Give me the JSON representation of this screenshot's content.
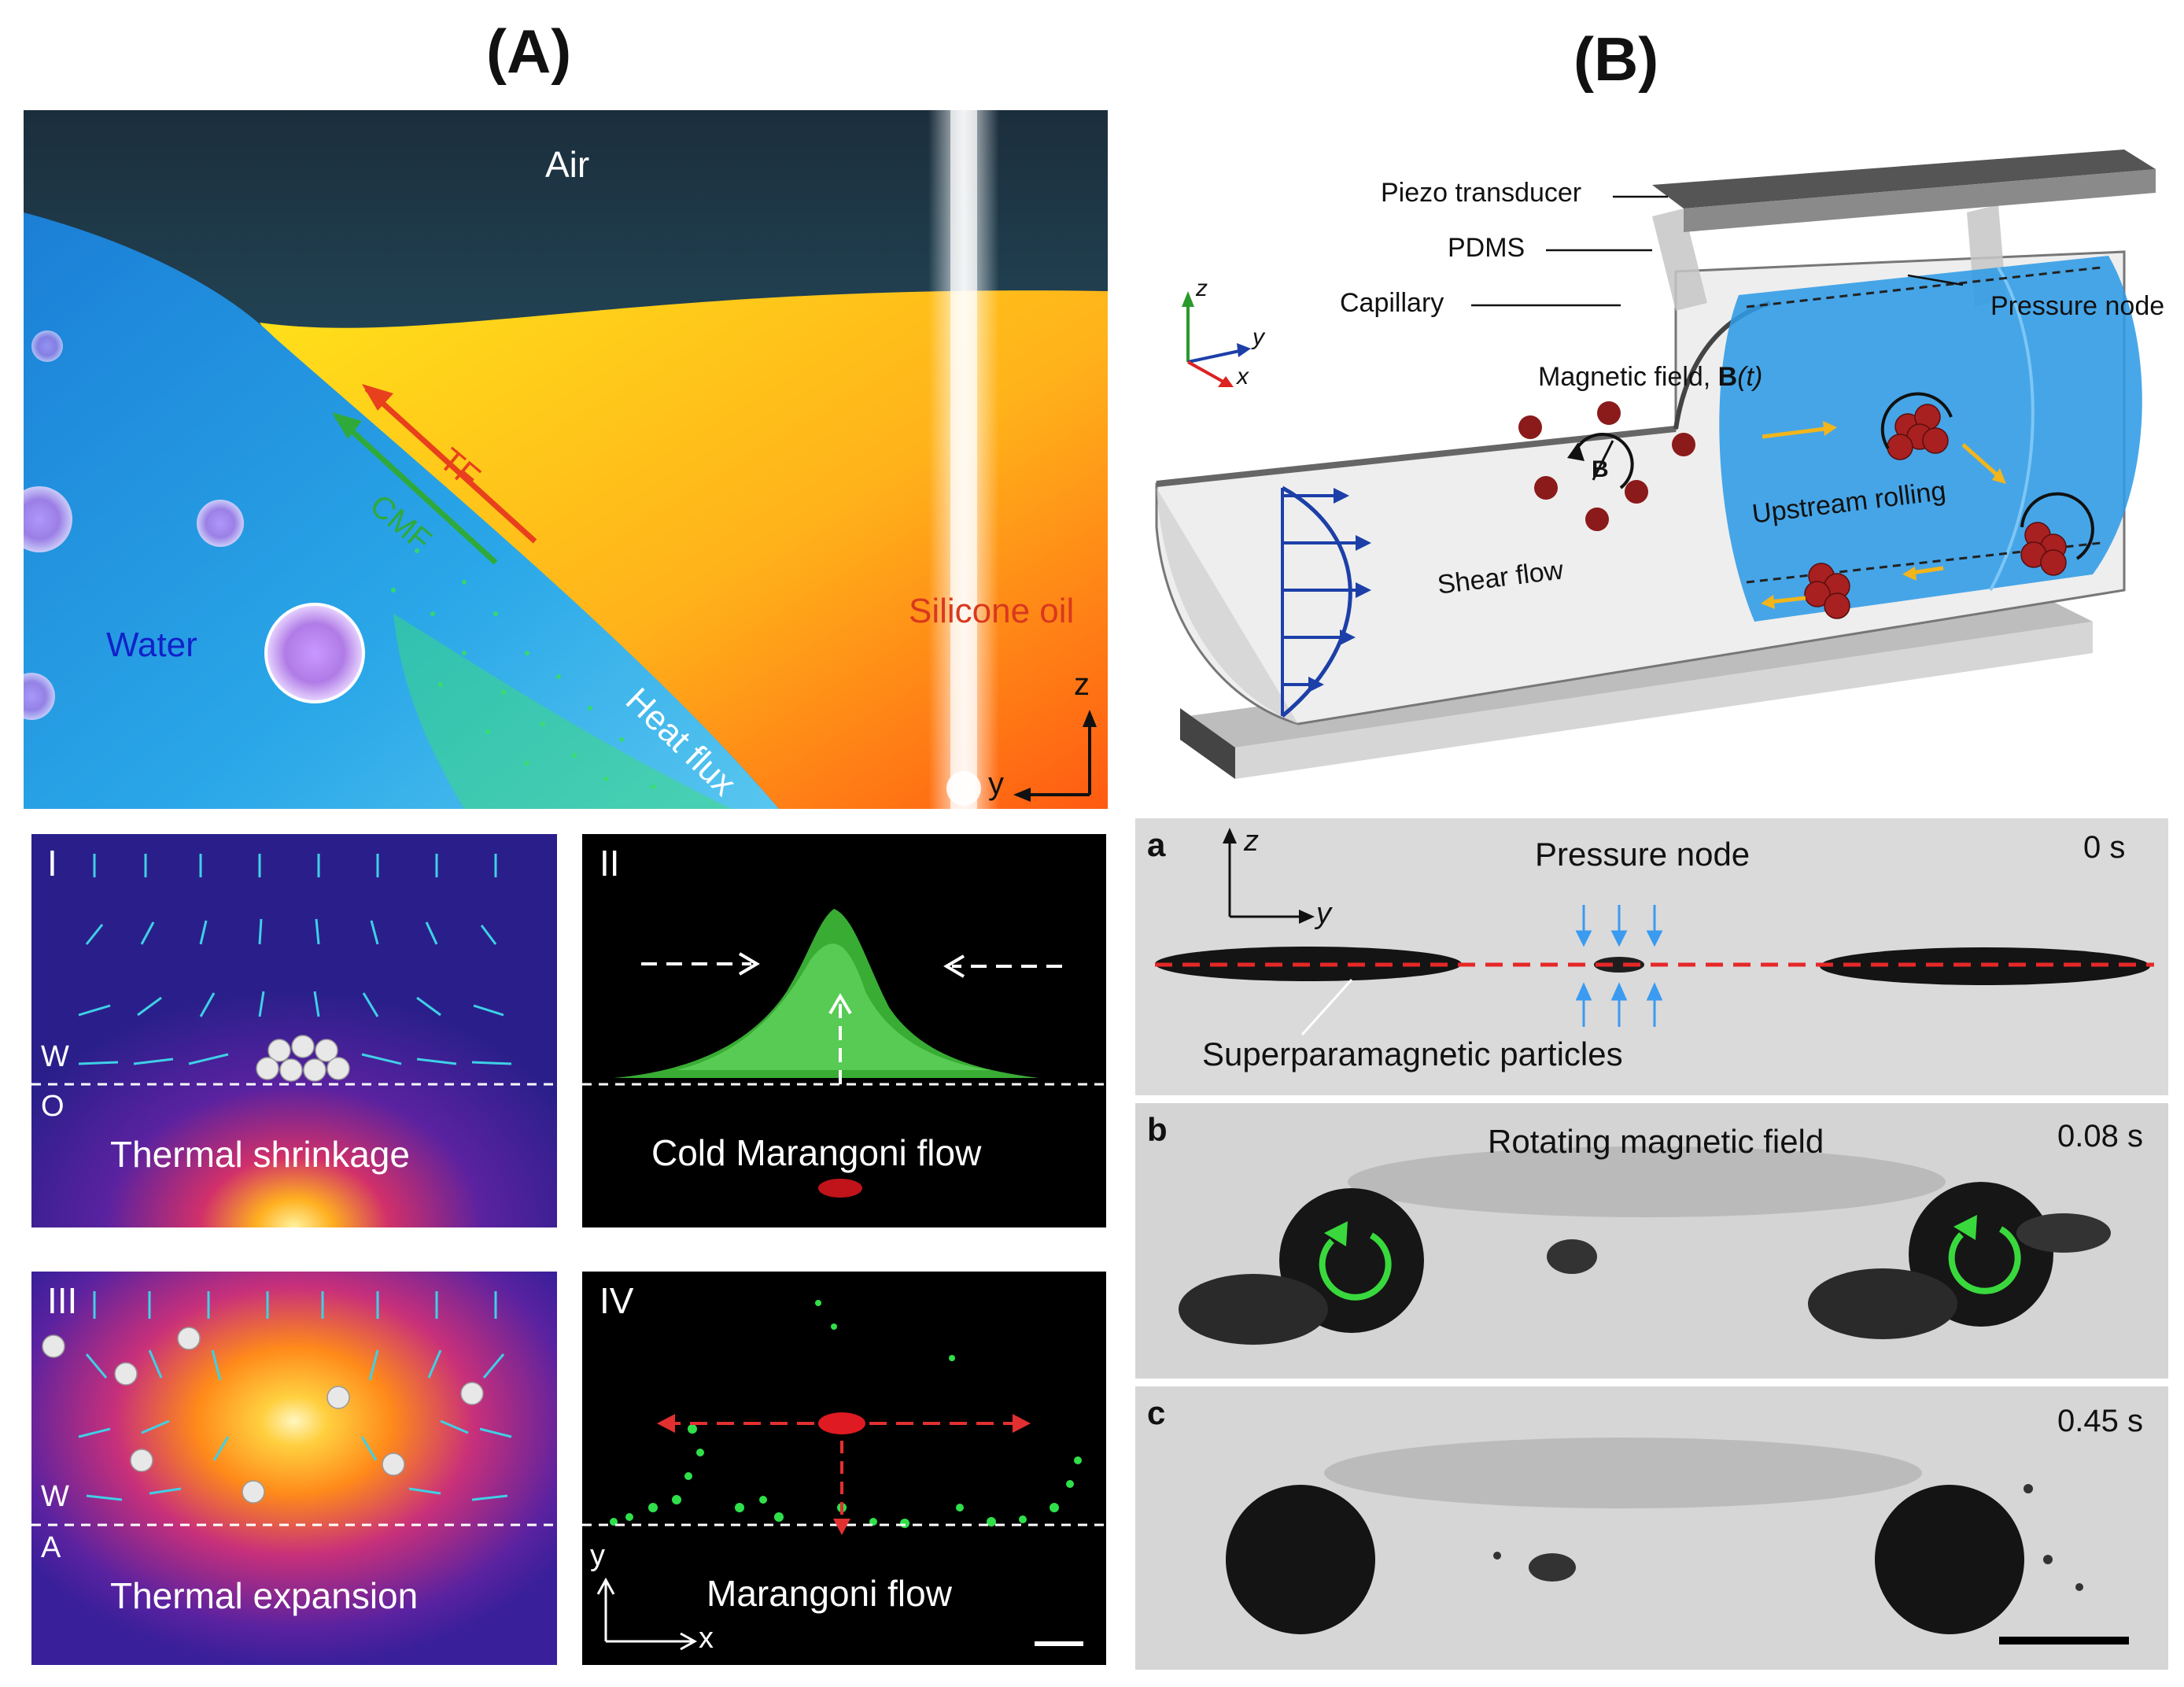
{
  "panel_a": {
    "letter": "(A)",
    "scene": {
      "air": "Air",
      "water": "Water",
      "silicone_oil": "Silicone oil",
      "heat_flux": "Heat flux",
      "tf": "TF",
      "cmf": "CMF",
      "axis_z": "z",
      "axis_y": "y"
    },
    "subpanels": {
      "I": {
        "roman": "I",
        "top_phase": "W",
        "bottom_phase": "O",
        "caption": "Thermal shrinkage"
      },
      "II": {
        "roman": "II",
        "caption": "Cold Marangoni flow"
      },
      "III": {
        "roman": "III",
        "top_phase": "W",
        "bottom_phase": "A",
        "caption": "Thermal expansion"
      },
      "IV": {
        "roman": "IV",
        "caption": "Marangoni flow",
        "axis_y": "y",
        "axis_x": "x"
      }
    }
  },
  "panel_b": {
    "letter": "(B)",
    "schematic": {
      "piezo": "Piezo transducer",
      "pdms": "PDMS",
      "capillary": "Capillary",
      "pressure_node": "Pressure node",
      "magnetic_field": "Magnetic field, ",
      "magnetic_field_b": "B",
      "magnetic_field_t": "(t)",
      "b_symbol": "B",
      "upstream_rolling": "Upstream rolling",
      "shear_flow": "Shear flow",
      "axis_z": "z",
      "axis_y": "y",
      "axis_x": "x"
    },
    "frames": {
      "a": {
        "letter": "a",
        "axis_z": "z",
        "axis_y": "y",
        "title": "Pressure node",
        "time": "0 s",
        "annotation": "Superparamagnetic particles"
      },
      "b": {
        "letter": "b",
        "title": "Rotating magnetic field",
        "time": "0.08 s"
      },
      "c": {
        "letter": "c",
        "time": "0.45 s"
      }
    }
  },
  "colors": {
    "cyan_arrow": "#3fd0e6",
    "green_particles": "#2fe04a",
    "red_dashes": "#e23030",
    "blue_channel": "#2f9be6",
    "particle_red": "#8b1a1a"
  }
}
